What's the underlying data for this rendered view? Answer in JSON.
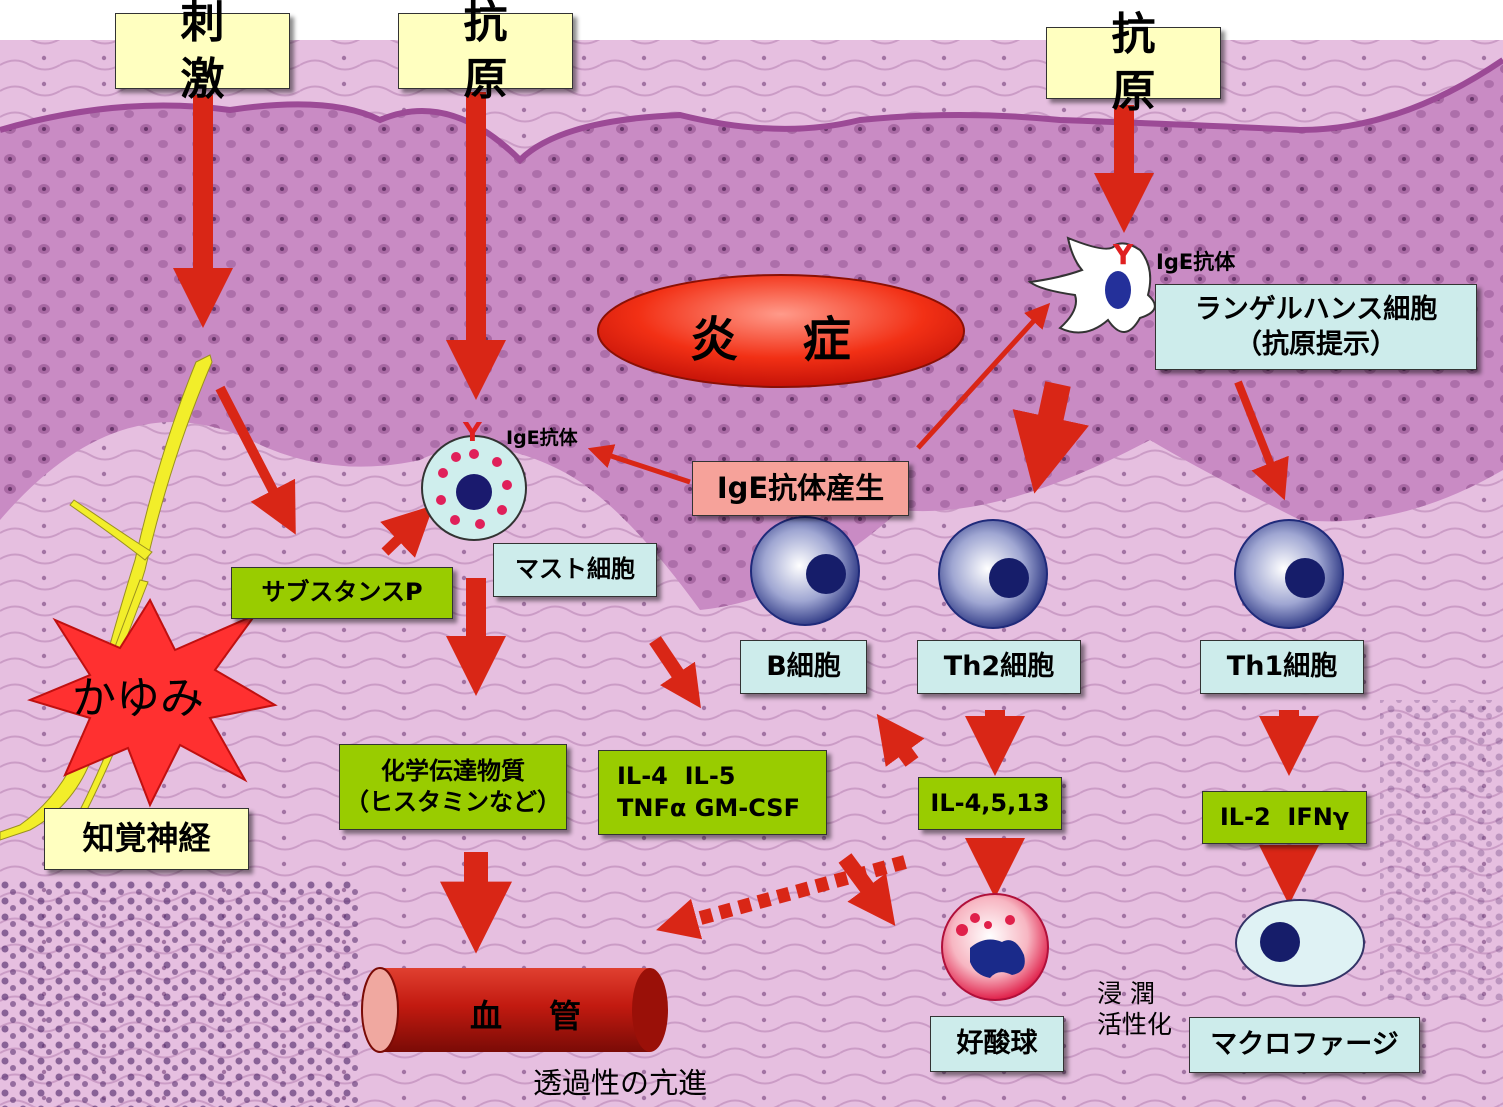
{
  "top_labels": {
    "stimulus": "刺 激",
    "antigen_left": "抗 原",
    "antigen_right": "抗 原"
  },
  "inflammation": "炎 症",
  "ige_antibody": "IgE抗体",
  "ige_production": "IgE抗体産生",
  "langerhans": {
    "line1": "ランゲルハンス細胞",
    "line2": "（抗原提示）"
  },
  "mast_cell": "マスト細胞",
  "substance_p": "サブスタンスP",
  "itch": "かゆみ",
  "sensory_nerve": "知覚神経",
  "chem_mediator": {
    "line1": "化学伝達物質",
    "line2": "（ヒスタミンなど）"
  },
  "cytokines_mast": {
    "line1": "IL-4  IL-5",
    "line2": "TNFα GM-CSF"
  },
  "b_cell": "B細胞",
  "th2_cell": "Th2細胞",
  "th1_cell": "Th1細胞",
  "th2_cytokines": "IL-4,5,13",
  "th1_cytokines": "IL-2  IFNγ",
  "eosinophil": "好酸球",
  "macrophage": "マクロファージ",
  "infiltration": {
    "line1": "浸 潤",
    "line2": "活性化"
  },
  "blood_vessel": "血 管",
  "permeability": "透過性の亢進",
  "colors": {
    "arrow": "#d92616",
    "tissue": "#c98bc4",
    "epidermis": "#b066a8",
    "nerve": "#f2ee2a"
  }
}
